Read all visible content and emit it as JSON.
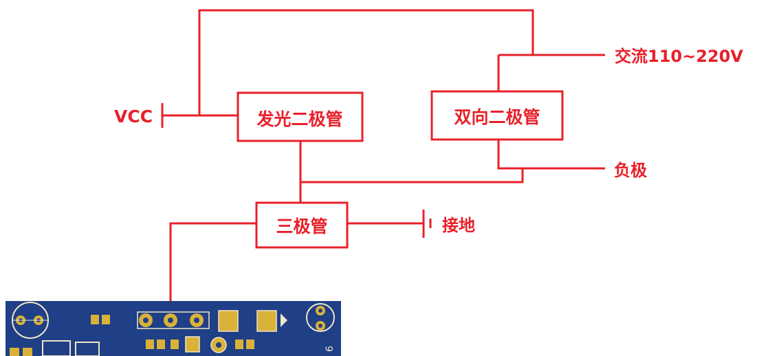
{
  "labels": {
    "ac": "交流110~220V",
    "vcc": "VCC",
    "negative": "负极",
    "ground": "接地"
  },
  "components": {
    "led": "发光二极管",
    "triac": "双向二极管",
    "transistor": "三极管"
  },
  "pcb": {
    "silk_text": "6",
    "colors": {
      "board": "#1f3f86",
      "pad": "#d9b23a",
      "silk": "#f2e6c8"
    }
  },
  "colors": {
    "wire": "#e8202a",
    "background": "#ffffff"
  }
}
